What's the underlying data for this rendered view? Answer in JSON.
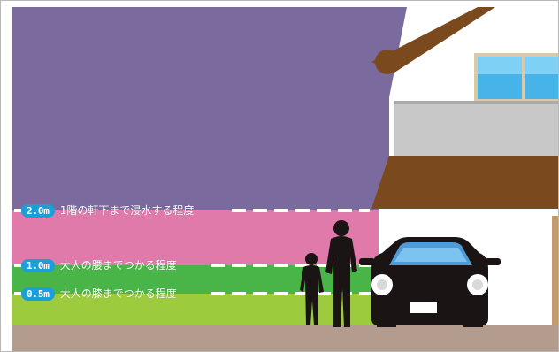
{
  "levels": [
    {
      "id": "l20",
      "badge": "2.0m",
      "text": "1階の軒下まで浸水する程度"
    },
    {
      "id": "l10",
      "badge": "1.0m",
      "text": "大人の腰までつかる程度"
    },
    {
      "id": "l05",
      "badge": "0.5m",
      "text": "大人の膝までつかる程度"
    }
  ],
  "colors": {
    "sky_flood": "#7b6a9e",
    "band_2m": "#e07aab",
    "band_1m": "#49b548",
    "band_05m": "#9ccb3d",
    "ground": "#b39b8e",
    "roof": "#7a4a1e",
    "balcony": "#c8c8c8",
    "window": "#46b4e8",
    "badge": "#1a9fd8",
    "silhouette": "#1a1414"
  },
  "icons": [
    "house-illustration",
    "car-silhouette",
    "adult-silhouette",
    "child-silhouette"
  ]
}
